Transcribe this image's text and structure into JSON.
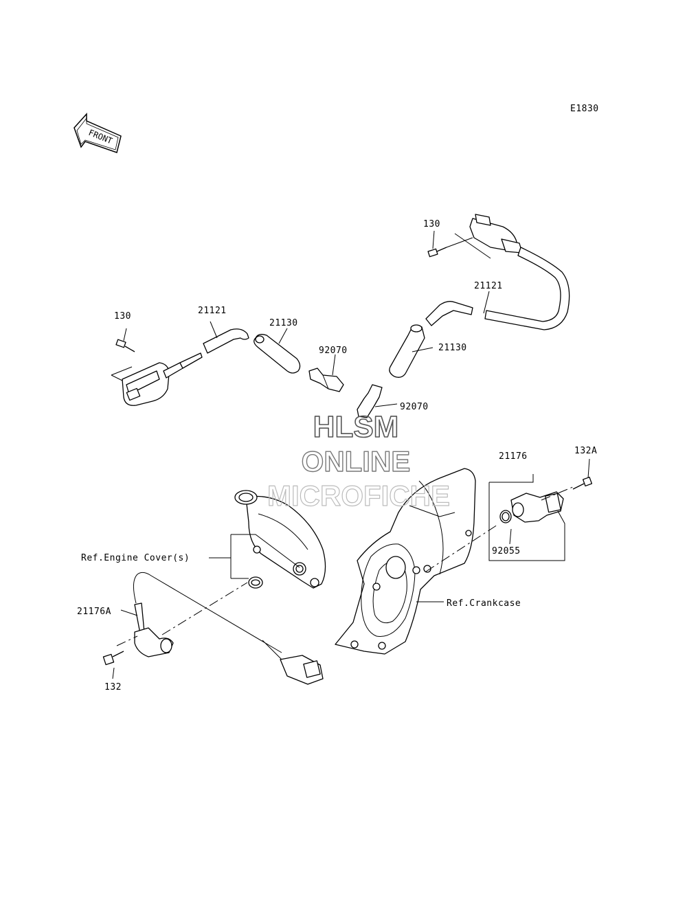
{
  "diagram": {
    "code": "E1830",
    "front_arrow": "FRONT",
    "watermark": [
      "HLSM",
      "ONLINE",
      "MICROFICHE"
    ],
    "labels": {
      "coil_bolt_left": "130",
      "cap_left": "21121",
      "plug_cap_left": "21130",
      "spark_plug_left": "92070",
      "coil_bolt_right": "130",
      "cap_right": "21121",
      "plug_cap_right": "21130",
      "spark_plug_right": "92070",
      "sensor": "21176",
      "sensor_bolt": "132A",
      "oring": "92055",
      "engine_cover": "Ref.Engine Cover(s)",
      "sensor_a": "21176A",
      "sensor_a_bolt": "132",
      "crankcase": "Ref.Crankcase"
    }
  }
}
